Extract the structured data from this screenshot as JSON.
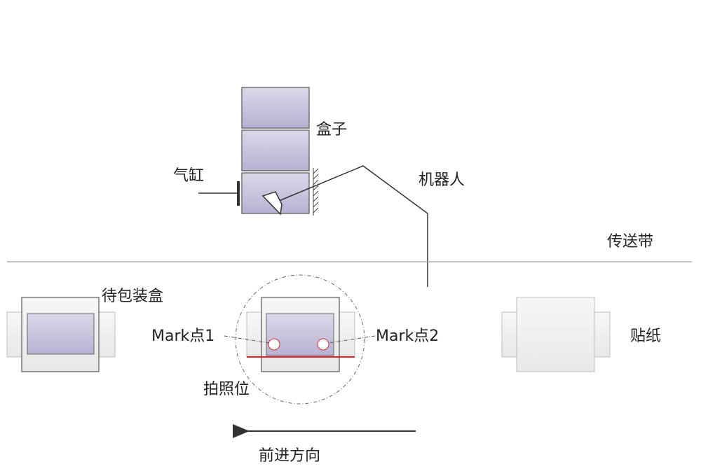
{
  "labels": {
    "box": "盒子",
    "cylinder": "气缸",
    "robot": "机器人",
    "conveyor": "传送带",
    "pending_box": "待包装盒",
    "mark1": "Mark点1",
    "mark2": "Mark点2",
    "photo_position": "拍照位",
    "sticker": "贴纸",
    "direction": "前进方向"
  },
  "colors": {
    "box_fill_top": "#dcd8ea",
    "box_fill_bottom": "#b8b0d2",
    "box_stroke": "#555555",
    "card_fill": "#efefef",
    "card_stroke": "#bdbdbd",
    "red_line": "#e02020",
    "line": "#333333"
  }
}
